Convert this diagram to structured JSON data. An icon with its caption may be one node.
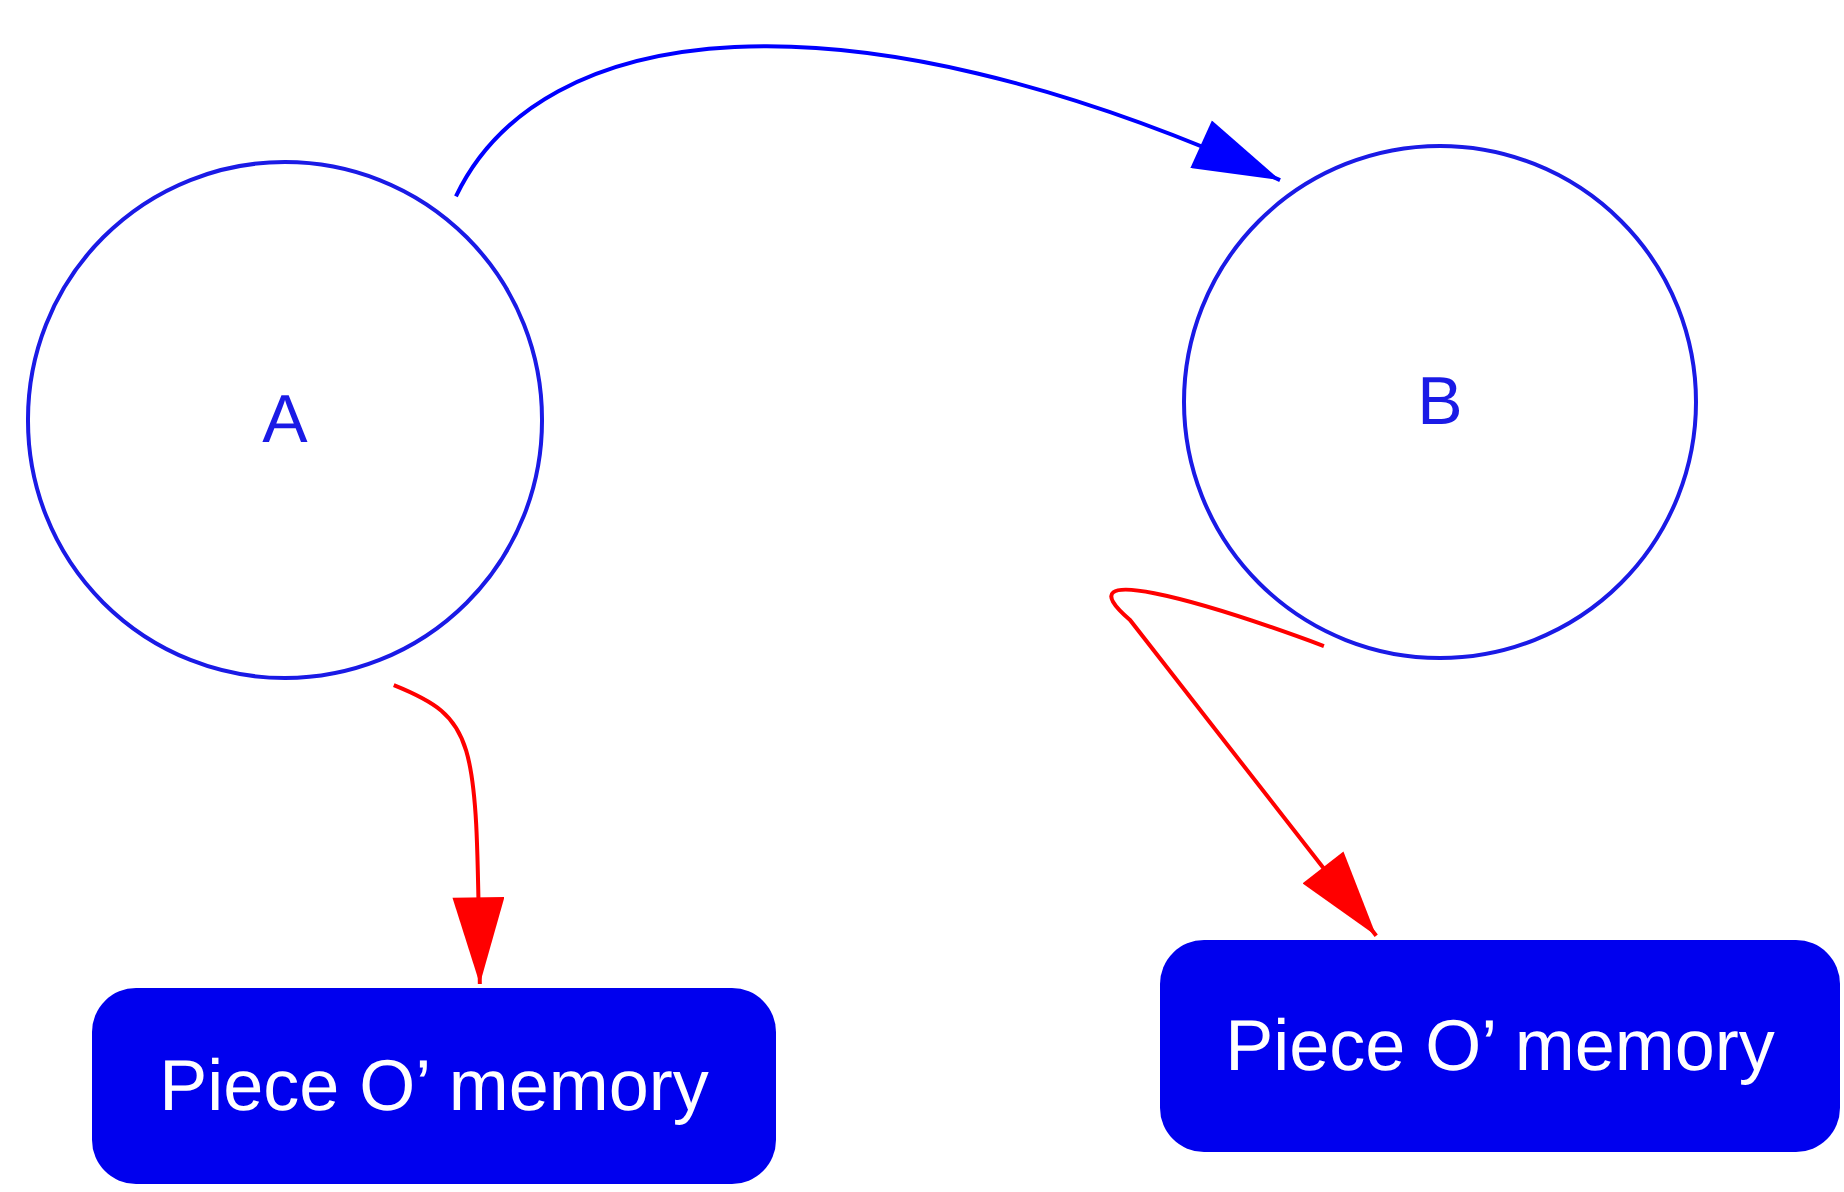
{
  "diagram": {
    "nodes": [
      {
        "text": [
          "A"
        ]
      },
      {
        "text": [
          "B"
        ]
      },
      {
        "text": [
          "Piece O’ memory"
        ]
      },
      {
        "text": [
          "Piece O’ memory"
        ]
      }
    ],
    "edges": [
      {
        "from": 0,
        "to": 1,
        "arrow": "to",
        "color": "#0000ff"
      },
      {
        "from": 0,
        "to": 2,
        "arrow": "to"
      },
      {
        "from": 1,
        "to": 3,
        "arrow": "to"
      }
    ]
  }
}
